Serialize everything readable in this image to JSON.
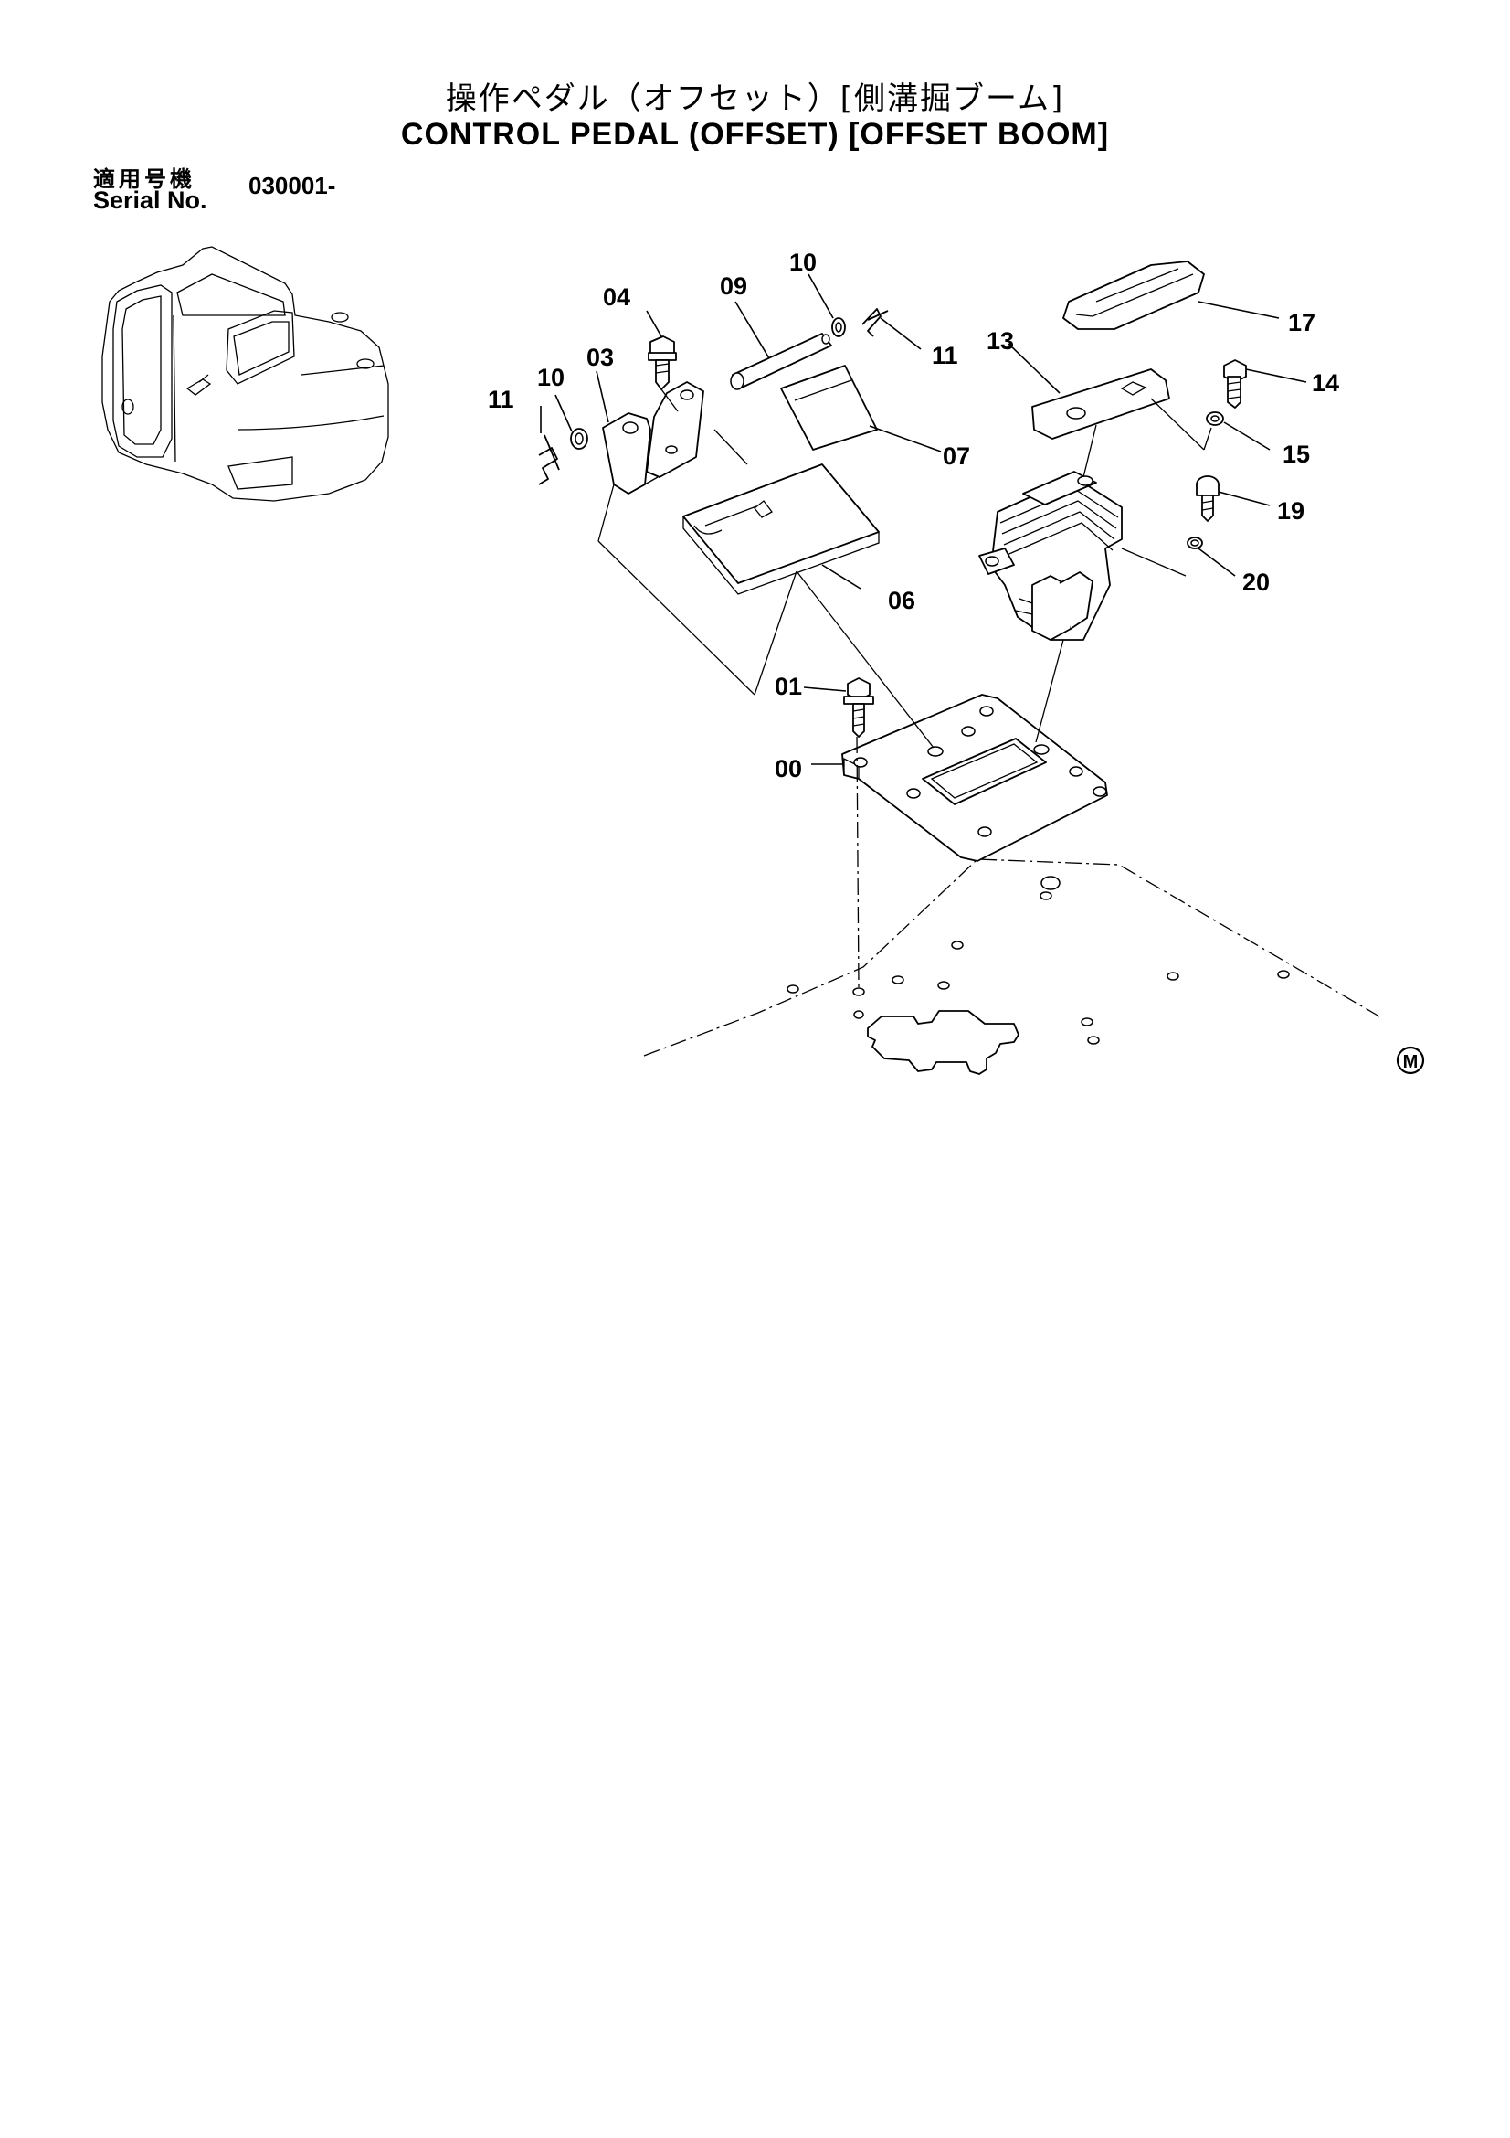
{
  "header": {
    "title_jp": "操作ペダル（オフセット）[側溝掘ブーム]",
    "title_en": "CONTROL PEDAL (OFFSET) [OFFSET BOOM]"
  },
  "serial": {
    "label_jp": "適用号機",
    "label_en": "Serial No.",
    "value": "030001-"
  },
  "callouts": [
    {
      "id": "00",
      "label": "00"
    },
    {
      "id": "01",
      "label": "01"
    },
    {
      "id": "03",
      "label": "03"
    },
    {
      "id": "04",
      "label": "04"
    },
    {
      "id": "06",
      "label": "06"
    },
    {
      "id": "07",
      "label": "07"
    },
    {
      "id": "09",
      "label": "09"
    },
    {
      "id": "10a",
      "label": "10"
    },
    {
      "id": "10b",
      "label": "10"
    },
    {
      "id": "11a",
      "label": "11"
    },
    {
      "id": "11b",
      "label": "11"
    },
    {
      "id": "13",
      "label": "13"
    },
    {
      "id": "14",
      "label": "14"
    },
    {
      "id": "15",
      "label": "15"
    },
    {
      "id": "17",
      "label": "17"
    },
    {
      "id": "19",
      "label": "19"
    },
    {
      "id": "20",
      "label": "20"
    }
  ],
  "mark": {
    "label": "M"
  }
}
